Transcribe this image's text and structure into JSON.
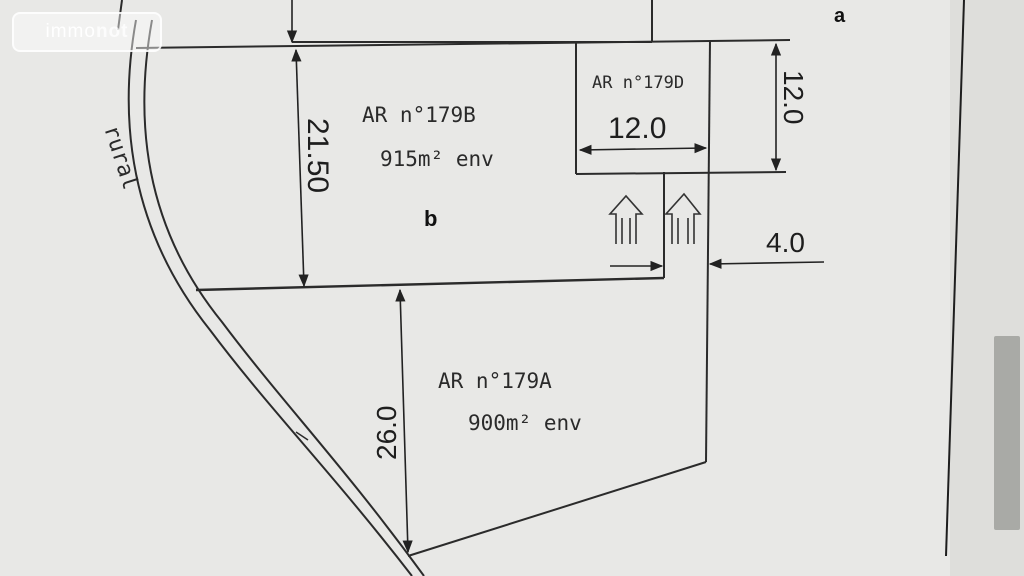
{
  "watermark": {
    "part1": "immo",
    "part2": "not"
  },
  "road_label": "rural",
  "corner_label": "a",
  "parcels": {
    "b179": {
      "ref": "AR n°179B",
      "area": "915m² env"
    },
    "a179": {
      "ref": "AR n°179A",
      "area": "900m² env"
    },
    "d179": {
      "ref": "AR n°179D"
    }
  },
  "zone_label": "b",
  "dimensions": {
    "height_179b": "21.50",
    "width_179d": "12.0",
    "height_179d": "12.0",
    "access_width": "4.0",
    "height_179a": "26.0"
  }
}
